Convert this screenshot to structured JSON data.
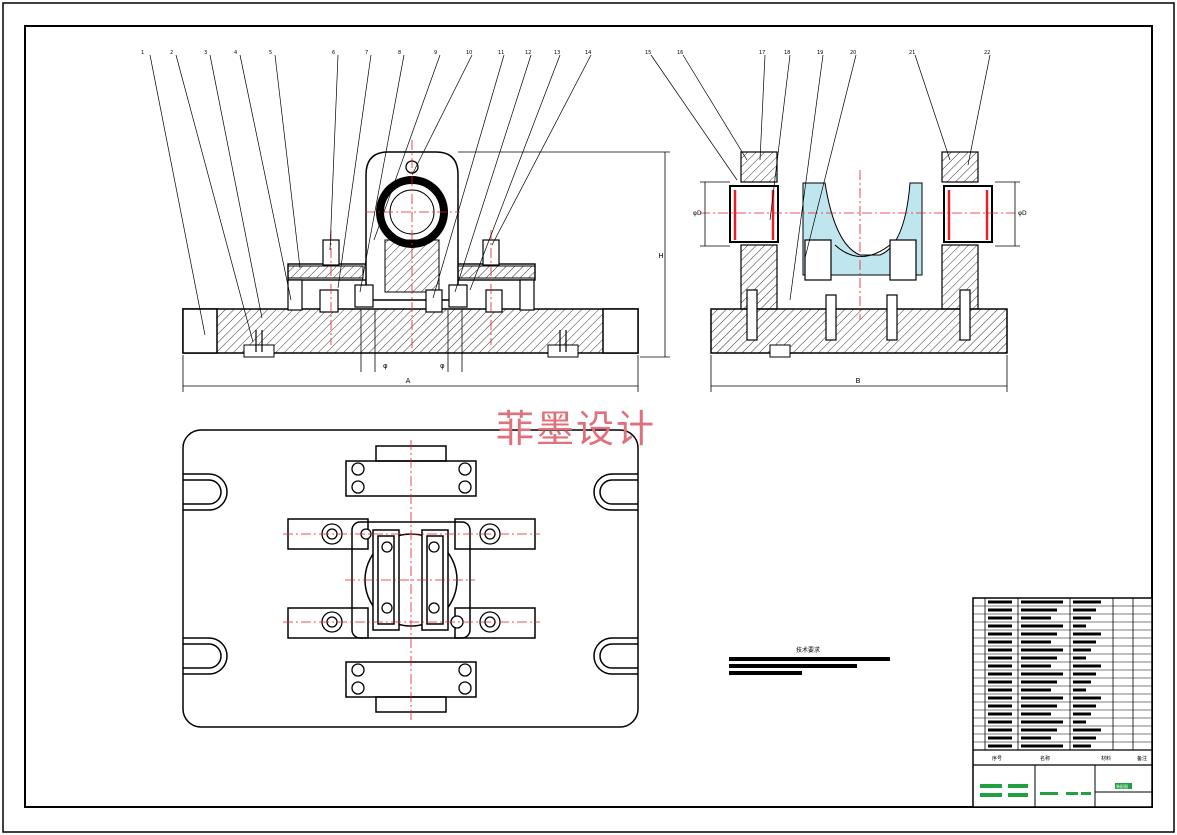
{
  "watermark": "菲墨设计",
  "front_view": {
    "balloons": [
      "1",
      "2",
      "3",
      "4",
      "5",
      "6",
      "7",
      "8",
      "9",
      "10",
      "11",
      "12",
      "13",
      "14"
    ],
    "dims": {
      "overall_width": "A",
      "overall_height": "H",
      "pin_left": "φ",
      "pin_right": "φ"
    }
  },
  "side_view": {
    "balloons": [
      "15",
      "16",
      "17",
      "18",
      "19",
      "20",
      "21",
      "22"
    ],
    "dims": {
      "overall_width": "B",
      "bore_left": "φD",
      "bore_right": "φD"
    }
  },
  "tech_requirements": {
    "title": "技术要求"
  },
  "title_block": {
    "col_headers": [
      "序号",
      "名称",
      "材料",
      "备注"
    ],
    "drawing_name": "装配图"
  },
  "colors": {
    "line": "#000000",
    "hatch": "#000000",
    "center": "#e0202a",
    "fill_blue": "#bfe6ef",
    "green": "#20a040",
    "watermark": "#e0707a"
  }
}
